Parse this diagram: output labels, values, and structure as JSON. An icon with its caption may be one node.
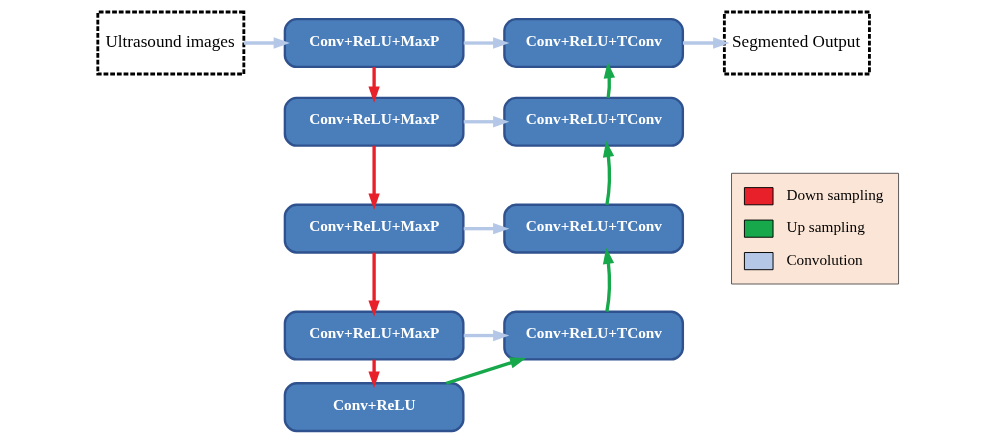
{
  "diagram": {
    "nodes": [
      {
        "text": [
          "Ultrasound images"
        ]
      },
      {
        "text": [
          "Conv+ReLU+MaxP"
        ]
      },
      {
        "text": [
          "Conv+ReLU+TConv"
        ]
      },
      {
        "text": [
          "Segmented Output"
        ]
      },
      {
        "text": [
          "Conv+ReLU+MaxP"
        ]
      },
      {
        "text": [
          "Conv+ReLU+TConv"
        ]
      },
      {
        "text": [
          "Conv+ReLU+MaxP"
        ]
      },
      {
        "text": [
          "Conv+ReLU+TConv"
        ]
      },
      {
        "text": [
          "Conv+ReLU+MaxP"
        ]
      },
      {
        "text": [
          "Conv+ReLU+TConv"
        ]
      },
      {
        "text": [
          "Conv+ReLU"
        ]
      }
    ],
    "edges": [
      {
        "from": 0,
        "to": 1,
        "arrow": "to"
      },
      {
        "from": 1,
        "to": 2,
        "arrow": "to"
      },
      {
        "from": 2,
        "to": 3,
        "arrow": "to"
      },
      {
        "from": 1,
        "to": 4,
        "arrow": "to",
        "color": "#e8202a"
      },
      {
        "from": 4,
        "to": 5,
        "arrow": "to"
      },
      {
        "from": 5,
        "to": 2,
        "arrow": "to",
        "color": "#17a84b"
      },
      {
        "from": 4,
        "to": 6,
        "arrow": "to",
        "color": "#e8202a"
      },
      {
        "from": 6,
        "to": 7,
        "arrow": "to"
      },
      {
        "from": 7,
        "to": 5,
        "arrow": "to",
        "color": "#17a84b"
      },
      {
        "from": 6,
        "to": 8,
        "arrow": "to",
        "color": "#e8202a"
      },
      {
        "from": 8,
        "to": 9,
        "arrow": "to"
      },
      {
        "from": 9,
        "to": 7,
        "arrow": "to",
        "color": "#17a84b"
      },
      {
        "from": 8,
        "to": 10,
        "arrow": "to",
        "color": "#e8202a"
      },
      {
        "from": 10,
        "to": 9,
        "arrow": "to",
        "color": "#17a84b"
      }
    ],
    "legend": [
      {
        "text": "Down sampling",
        "color": "#e8202a"
      },
      {
        "text": "Up sampling",
        "color": "#17a84b"
      },
      {
        "text": "Convolution",
        "color": "#b4c7e7"
      }
    ]
  }
}
